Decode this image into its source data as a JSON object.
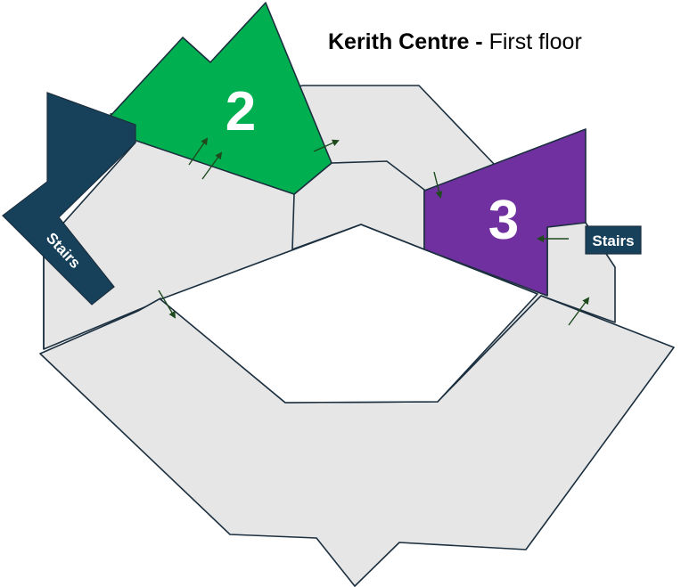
{
  "title": {
    "bold": "Kerith Centre -",
    "regular": "First floor"
  },
  "rooms": [
    {
      "label": "2",
      "color": "#00b050"
    },
    {
      "label": "3",
      "color": "#7030a0"
    }
  ],
  "stairs": [
    {
      "label": "Stairs",
      "color": "#17415a"
    },
    {
      "label": "Stairs",
      "color": "#17415a"
    }
  ],
  "colors": {
    "floor": "#e6e6e6",
    "outline": "#1b2f3f",
    "arrow": "#1e4a1e"
  },
  "icons": [
    "door-arrow-icon"
  ]
}
